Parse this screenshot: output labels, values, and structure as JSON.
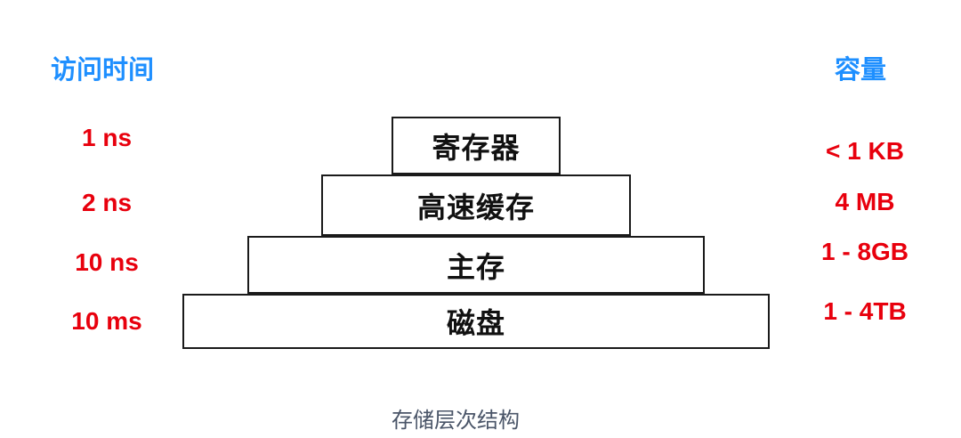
{
  "headers": {
    "left": "访问时间",
    "right": "容量"
  },
  "levels": [
    {
      "name": "寄存器",
      "access_time": "1 ns",
      "capacity": "< 1 KB"
    },
    {
      "name": "高速缓存",
      "access_time": "2 ns",
      "capacity": "4 MB"
    },
    {
      "name": "主存",
      "access_time": "10 ns",
      "capacity": "1 - 8GB"
    },
    {
      "name": "磁盘",
      "access_time": "10 ms",
      "capacity": "1 - 4TB"
    }
  ],
  "caption": "存储层次结构",
  "colors": {
    "header_blue": "#1E8FFF",
    "value_red": "#E8000D",
    "caption_gray": "#4A5568",
    "block_border": "#1A1A1A",
    "background": "#FFFFFF"
  }
}
